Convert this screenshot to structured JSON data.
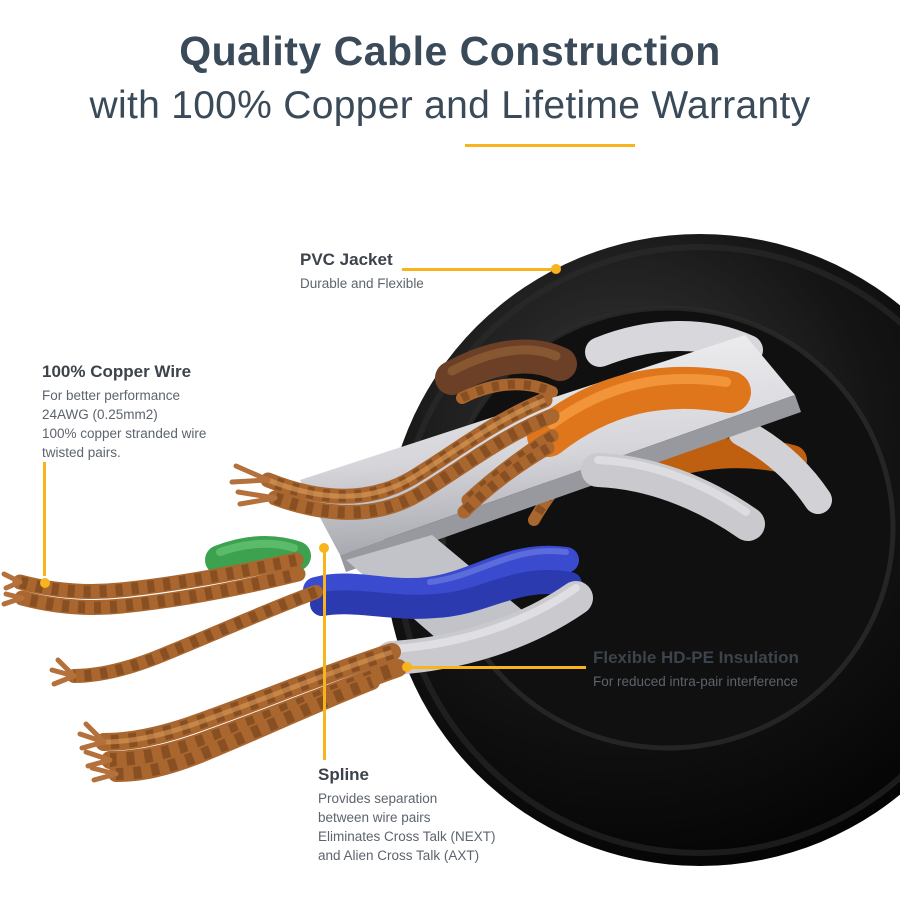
{
  "page": {
    "title": "Quality Cable Construction",
    "subtitle": "with 100% Copper and Lifetime Warranty"
  },
  "colors": {
    "accent": "#F7B41D",
    "heading": "#3A4A59",
    "body": "#5D646C"
  },
  "callouts": {
    "pvc_jacket": {
      "title": "PVC Jacket",
      "lines": [
        "Durable and Flexible"
      ]
    },
    "copper_wire": {
      "title": "100% Copper Wire",
      "lines": [
        "For better performance",
        "24AWG (0.25mm2)",
        "100% copper stranded wire",
        "twisted pairs."
      ]
    },
    "hdpe_insulation": {
      "title": "Flexible HD-PE Insulation",
      "lines": [
        "For reduced intra-pair interference"
      ]
    },
    "spline": {
      "title": "Spline",
      "lines": [
        "Provides separation",
        "between wire pairs",
        "Eliminates Cross Talk (NEXT)",
        "and Alien Cross Talk (AXT)"
      ]
    }
  },
  "illustration": {
    "colors": {
      "jacket": "#0B0B0B",
      "spline": "#D7D7DC",
      "copper": "#A9662E",
      "copper_dark": "#5F3214",
      "copper_light": "#DFA05E",
      "orange": "#E0761C",
      "blue": "#3A4BD0",
      "blue_dark": "#2C3AB0",
      "green": "#3DA24F",
      "gray": "#C9C9CE",
      "brown": "#6B4026",
      "white_wire": "#D8D8DC"
    }
  }
}
